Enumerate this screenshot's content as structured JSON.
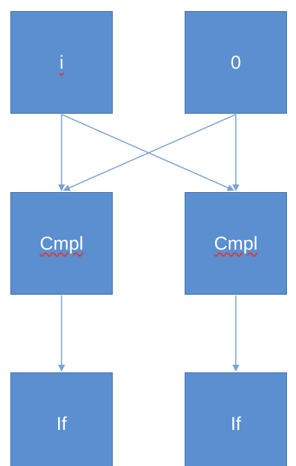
{
  "nodes": {
    "r1c1": "i",
    "r1c2": "0",
    "r2c1": "Cmpl",
    "r2c2": "Cmpl",
    "r3c1": "If",
    "r3c2": "If"
  },
  "colors": {
    "node_fill": "#5b8fcf",
    "node_border": "#3f6ea6",
    "edge": "#7aa3d2",
    "text": "#ffffff",
    "spellcheck_underline": "#d83b3b"
  }
}
